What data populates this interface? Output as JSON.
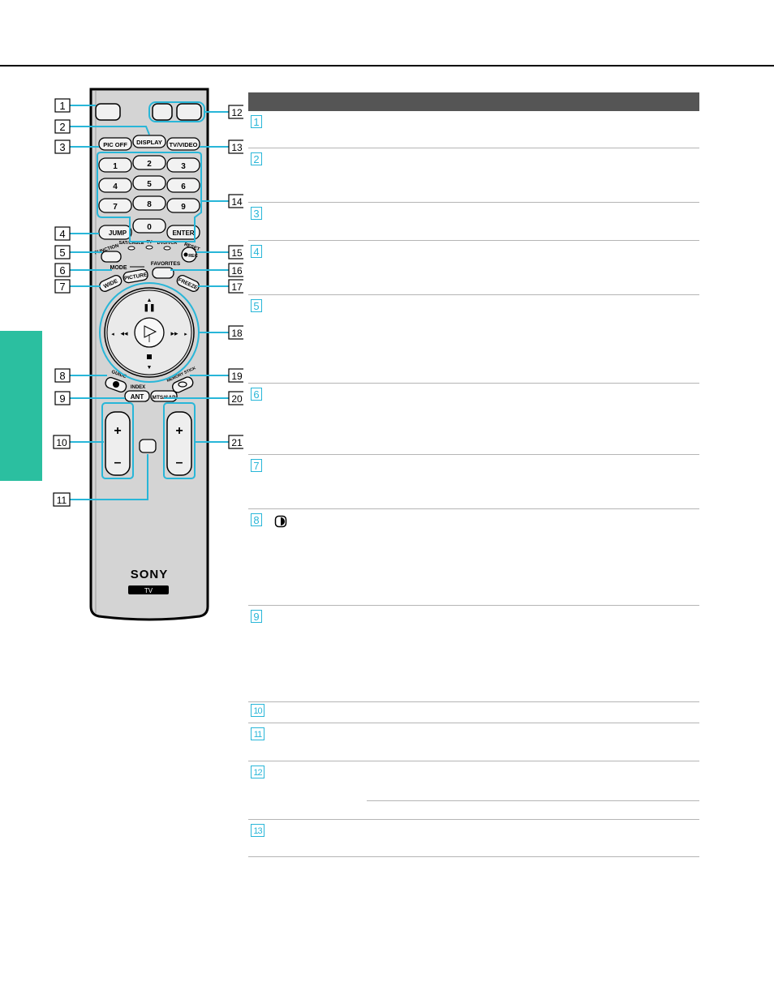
{
  "remote": {
    "buttons": {
      "pic_off": "PIC OFF",
      "display": "DISPLAY",
      "tv_video": "TV/VIDEO",
      "digits": [
        "1",
        "2",
        "3",
        "4",
        "5",
        "6",
        "7",
        "8",
        "9",
        "0"
      ],
      "enter": "ENTER",
      "jump": "JUMP",
      "function": "FUNCTION",
      "sat_cable": "SAT/CABLE",
      "tv": "TV",
      "dvd_vcr": "DVD/VCR",
      "reset": "RESET",
      "rec": "REC",
      "mode": "MODE",
      "favorites": "FAVORITES",
      "wide": "WIDE",
      "picture": "PICTURE",
      "freeze": "FREEZE",
      "guide": "GUIDE",
      "index": "INDEX",
      "ant": "ANT",
      "memory_stick": "MEMORY STICK",
      "mts_sap": "MTS/SAP",
      "plus": "+",
      "minus": "–"
    },
    "brand": "SONY",
    "brand_sub": "TV",
    "callouts": [
      "1",
      "2",
      "3",
      "4",
      "5",
      "6",
      "7",
      "8",
      "9",
      "10",
      "11",
      "12",
      "13",
      "14",
      "15",
      "16",
      "17",
      "18",
      "19",
      "20",
      "21"
    ]
  },
  "table": {
    "rows": [
      "1",
      "2",
      "3",
      "4",
      "5",
      "6",
      "7",
      "8",
      "9",
      "10",
      "11",
      "12",
      "13"
    ]
  },
  "colors": {
    "callout": "#28b6d8",
    "tab": "#2bbfa0",
    "remote_body": "#d3d3d3",
    "header": "#555555"
  }
}
